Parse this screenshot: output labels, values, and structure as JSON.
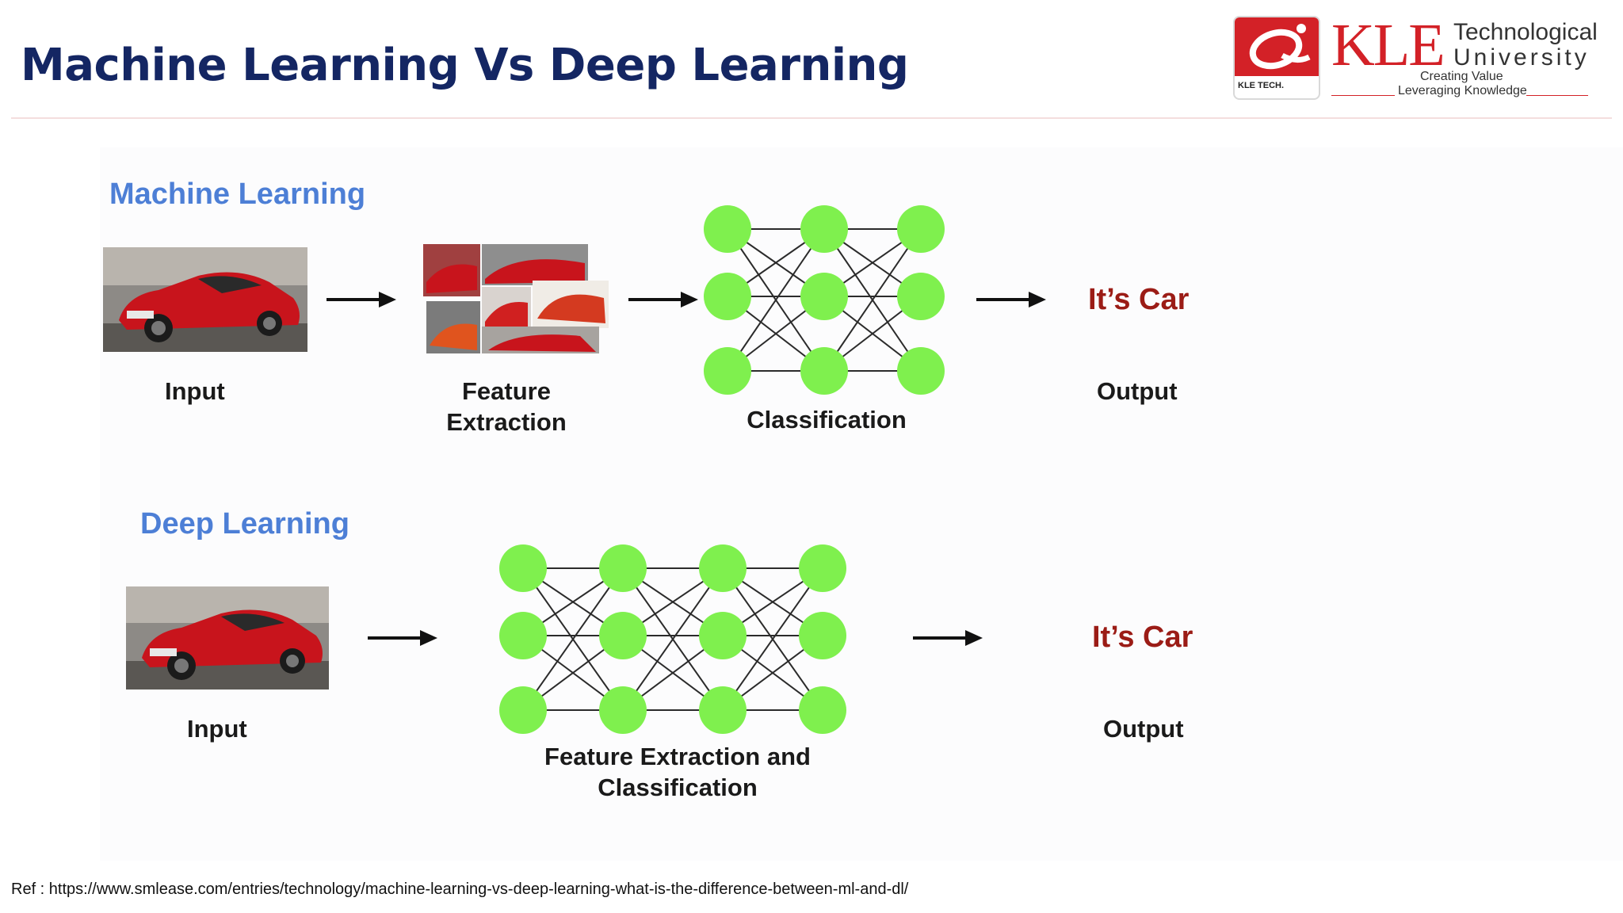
{
  "slide": {
    "title": "Machine Learning Vs Deep Learning",
    "reference": "Ref : https://www.smlease.com/entries/technology/machine-learning-vs-deep-learning-what-is-the-difference-between-ml-and-dl/"
  },
  "logo": {
    "badge_text": "KLE TECH.",
    "name": "KLE",
    "line1": "Technological",
    "line2": "University",
    "tagline1": "Creating Value",
    "tagline2": "Leveraging Knowledge",
    "brand_color": "#d32127"
  },
  "machine_learning": {
    "heading": "Machine Learning",
    "input_label": "Input",
    "feature_label_line1": "Feature",
    "feature_label_line2": "Extraction",
    "classification_label": "Classification",
    "output_text": "It’s Car",
    "output_label": "Output"
  },
  "deep_learning": {
    "heading": "Deep Learning",
    "input_label": "Input",
    "network_label_line1": "Feature Extraction and",
    "network_label_line2": "Classification",
    "output_text": "It’s Car",
    "output_label": "Output"
  },
  "colors": {
    "heading_blue": "#4d7fd6",
    "title_navy": "#142663",
    "node_green": "#7ff04e",
    "output_red": "#9b1c16"
  }
}
